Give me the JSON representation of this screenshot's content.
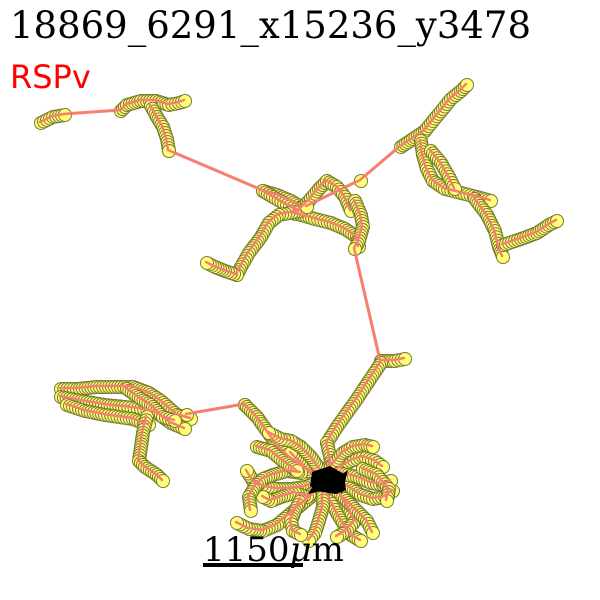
{
  "figure": {
    "title": "18869_6291_x15236_y3478",
    "region": "RSPv",
    "scale": {
      "value": "1150",
      "unit_prefix": "μ",
      "unit": "m"
    }
  },
  "colors": {
    "edge": "#f77f6f",
    "node_fill": "#ffff7a",
    "node_stroke": "#7a7a2e",
    "soma": "#000000",
    "region_text": "#ff0000"
  }
}
